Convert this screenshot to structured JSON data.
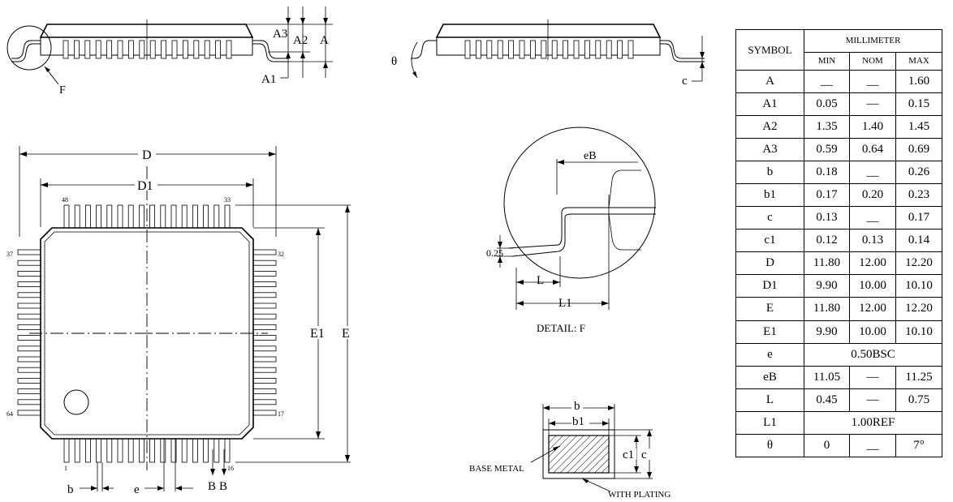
{
  "labels": {
    "A": "A",
    "A1": "A1",
    "A2": "A2",
    "A3": "A3",
    "F": "F",
    "theta": "θ",
    "c": "c",
    "D": "D",
    "D1": "D1",
    "E": "E",
    "E1": "E1",
    "pin48": "48",
    "pin33": "33",
    "pin37": "37",
    "pin32": "32",
    "pin64": "64",
    "pin17": "17",
    "pin1": "1",
    "pin16": "16",
    "b": "b",
    "e": "e",
    "B": "B",
    "eB": "eB",
    "L": "L",
    "L1": "L1",
    "dim025": "0.25",
    "detail": "DETAIL:  F",
    "b1": "b1",
    "c1": "c1",
    "base_metal": "BASE METAL",
    "with_plating": "WITH PLATING"
  },
  "table": {
    "symbol_header": "SYMBOL",
    "unit_header": "MILLIMETER",
    "min_header": "MIN",
    "nom_header": "NOM",
    "max_header": "MAX",
    "rows": [
      {
        "symbol": "A",
        "min": "__",
        "nom": "__",
        "max": "1.60"
      },
      {
        "symbol": "A1",
        "min": "0.05",
        "nom": "—",
        "max": "0.15"
      },
      {
        "symbol": "A2",
        "min": "1.35",
        "nom": "1.40",
        "max": "1.45"
      },
      {
        "symbol": "A3",
        "min": "0.59",
        "nom": "0.64",
        "max": "0.69"
      },
      {
        "symbol": "b",
        "min": "0.18",
        "nom": "__",
        "max": "0.26"
      },
      {
        "symbol": "b1",
        "min": "0.17",
        "nom": "0.20",
        "max": "0.23"
      },
      {
        "symbol": "c",
        "min": "0.13",
        "nom": "__",
        "max": "0.17"
      },
      {
        "symbol": "c1",
        "min": "0.12",
        "nom": "0.13",
        "max": "0.14"
      },
      {
        "symbol": "D",
        "min": "11.80",
        "nom": "12.00",
        "max": "12.20"
      },
      {
        "symbol": "D1",
        "min": "9.90",
        "nom": "10.00",
        "max": "10.10"
      },
      {
        "symbol": "E",
        "min": "11.80",
        "nom": "12.00",
        "max": "12.20"
      },
      {
        "symbol": "E1",
        "min": "9.90",
        "nom": "10.00",
        "max": "10.10"
      },
      {
        "symbol": "e",
        "span": "0.50BSC"
      },
      {
        "symbol": "eB",
        "min": "11.05",
        "nom": "—",
        "max": "11.25"
      },
      {
        "symbol": "L",
        "min": "0.45",
        "nom": "—",
        "max": "0.75"
      },
      {
        "symbol": "L1",
        "span": "1.00REF"
      },
      {
        "symbol": "θ",
        "min": "0",
        "nom": "__",
        "max": "7°"
      }
    ]
  }
}
